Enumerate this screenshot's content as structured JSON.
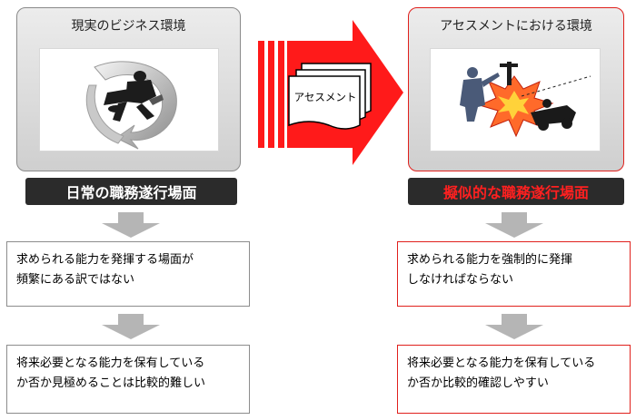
{
  "left_panel": {
    "title": "現実のビジネス環境",
    "label": "日常の職務遂行場面",
    "box1": [
      "求められる能力を発揮する場面が",
      "頻繁にある訳ではない"
    ],
    "box2": [
      "将来必要となる能力を保有している",
      "か否か見極めることは比較的難しい"
    ]
  },
  "right_panel": {
    "title": "アセスメントにおける環境",
    "label": "擬似的な職務遂行場面",
    "box1": [
      "求められる能力を強制的に発揮",
      "しなければならない"
    ],
    "box2": [
      "将来必要となる能力を保有している",
      "か否か比較的確認しやすい"
    ]
  },
  "center_arrow": {
    "card_text": "アセスメント"
  },
  "colors": {
    "accent_red": "#e0201c",
    "label_dark": "#2b2b2b",
    "panel_gray": "#d9d9d9"
  }
}
